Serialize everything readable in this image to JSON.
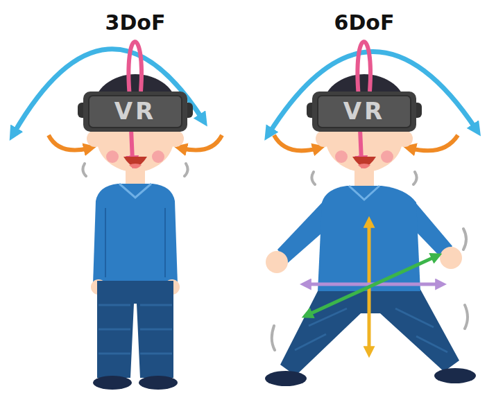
{
  "diagram": {
    "labels": [
      "3DoF",
      "6DoF",
      "VR",
      "VR"
    ]
  }
}
